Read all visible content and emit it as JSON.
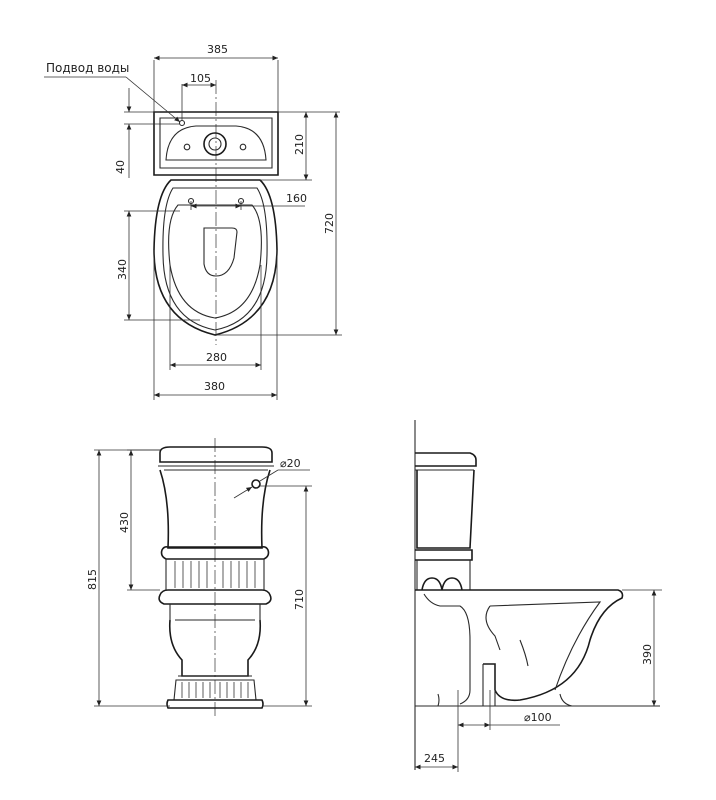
{
  "labels": {
    "water_inlet": "Подвод воды"
  },
  "dims": {
    "width_tank": "385",
    "inlet_offset": "105",
    "inlet_height": "40",
    "tank_depth": "210",
    "seat_holes": "160",
    "total_length": "720",
    "bowl_opening": "340",
    "bowl_width": "280",
    "base_width": "380",
    "inlet_dia": "⌀20",
    "total_height": "815",
    "tank_height": "430",
    "inlet_level": "710",
    "bowl_height": "390",
    "outlet_dia": "⌀100",
    "outlet_offset": "245"
  }
}
